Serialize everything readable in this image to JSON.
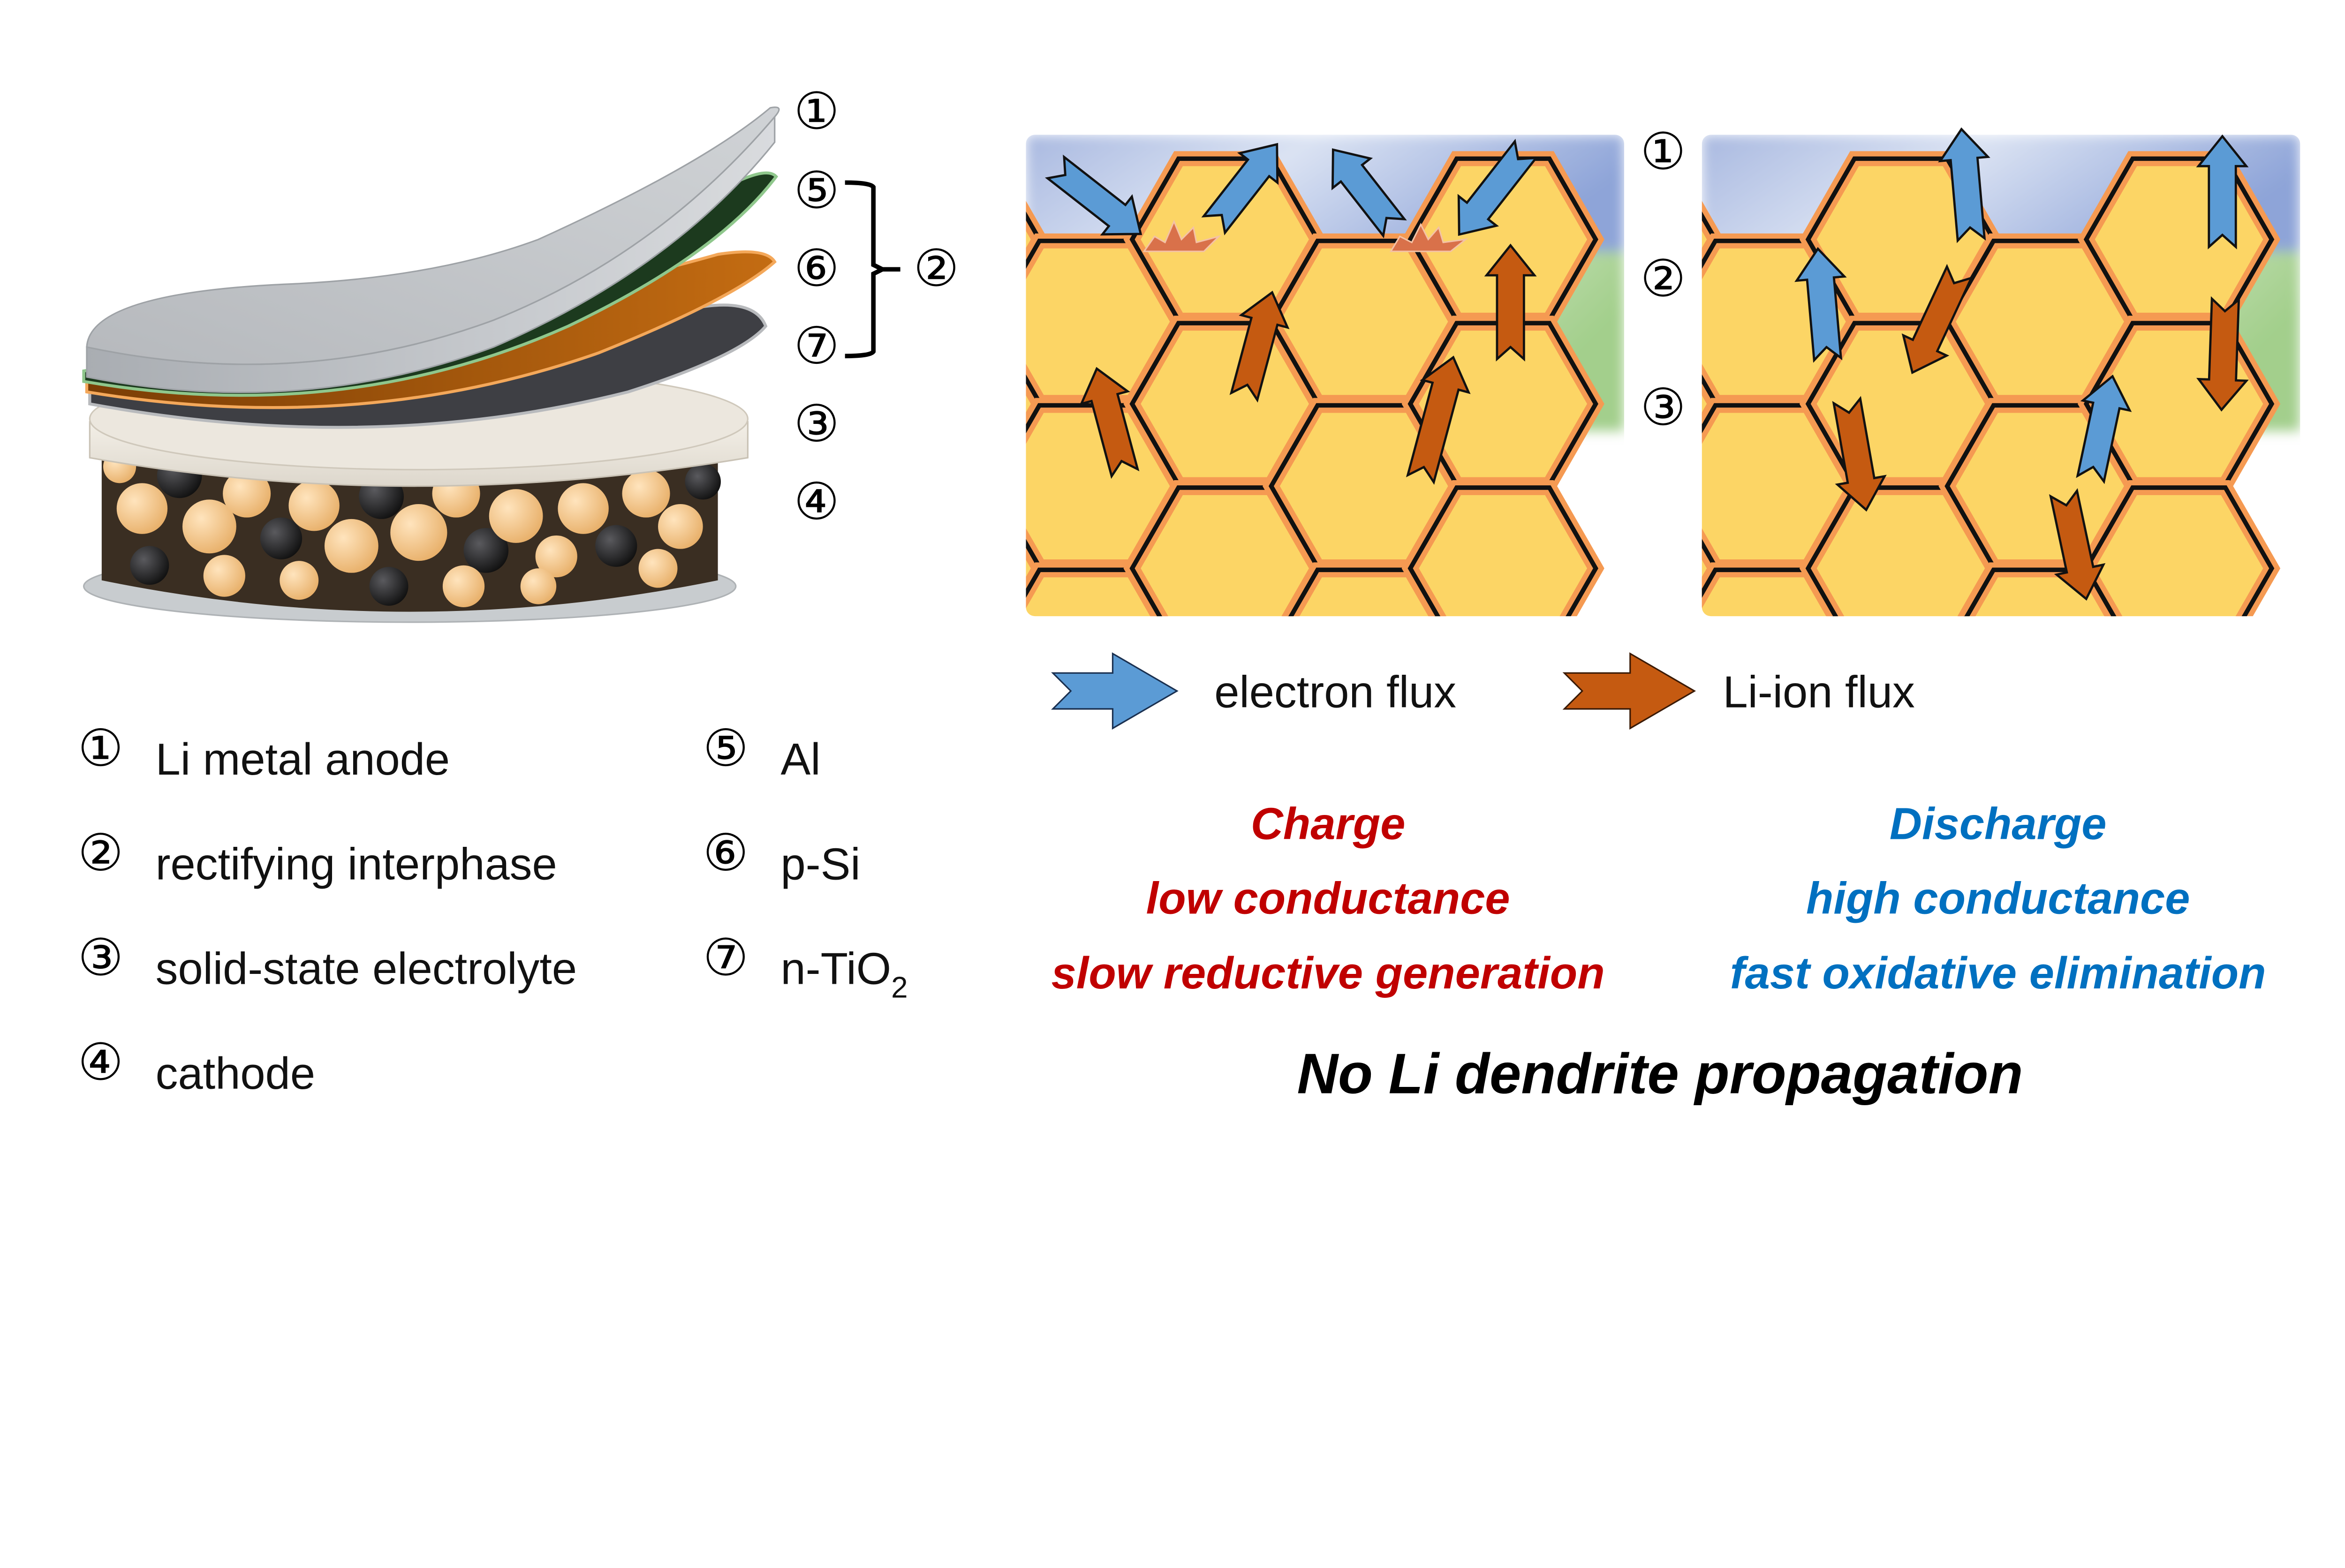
{
  "figure": {
    "cell_stack": {
      "layer_markers": [
        "①",
        "⑤",
        "⑥",
        "⑦",
        "③",
        "④"
      ],
      "bracket_group_marker": "②",
      "colors": {
        "li_anode": "#b9bcc0",
        "al": "#1c3a1e",
        "p_si": "#b8600e",
        "n_tio2": "#3e3f44",
        "electrolyte": "#ebe6dc",
        "cathode_particle": "#f6c88a",
        "carbon_particle": "#1d1d1f",
        "current_collector": "#c8cccf"
      }
    },
    "legend": {
      "left_column": [
        {
          "num": "①",
          "label": "Li metal anode"
        },
        {
          "num": "②",
          "label": "rectifying interphase"
        },
        {
          "num": "③",
          "label": "solid-state electrolyte"
        },
        {
          "num": "④",
          "label": "cathode"
        }
      ],
      "right_column": [
        {
          "num": "⑤",
          "label": "Al"
        },
        {
          "num": "⑥",
          "label": "p-Si"
        },
        {
          "num": "⑦",
          "label": "n-TiO",
          "subscript": "2"
        }
      ]
    },
    "panel_layer_markers": [
      "①",
      "②",
      "③"
    ],
    "flux_legend": {
      "electron": {
        "label": "electron flux",
        "color": "#5b9bd5"
      },
      "li_ion": {
        "label": "Li-ion flux",
        "color": "#c55a11"
      }
    },
    "charge": {
      "title": "Charge",
      "line1": "low conductance",
      "line2": "slow reductive generation",
      "color": "#c00000"
    },
    "discharge": {
      "title": "Discharge",
      "line1": "high conductance",
      "line2": "fast oxidative elimination",
      "color": "#0070c0"
    },
    "conclusion": "No Li dendrite propagation",
    "panel_colors": {
      "li_metal": "#9fb2de",
      "interphase": "#b9d9a6",
      "electrolyte_grain": "#fcd565",
      "grain_boundary": "#f59a52"
    }
  }
}
